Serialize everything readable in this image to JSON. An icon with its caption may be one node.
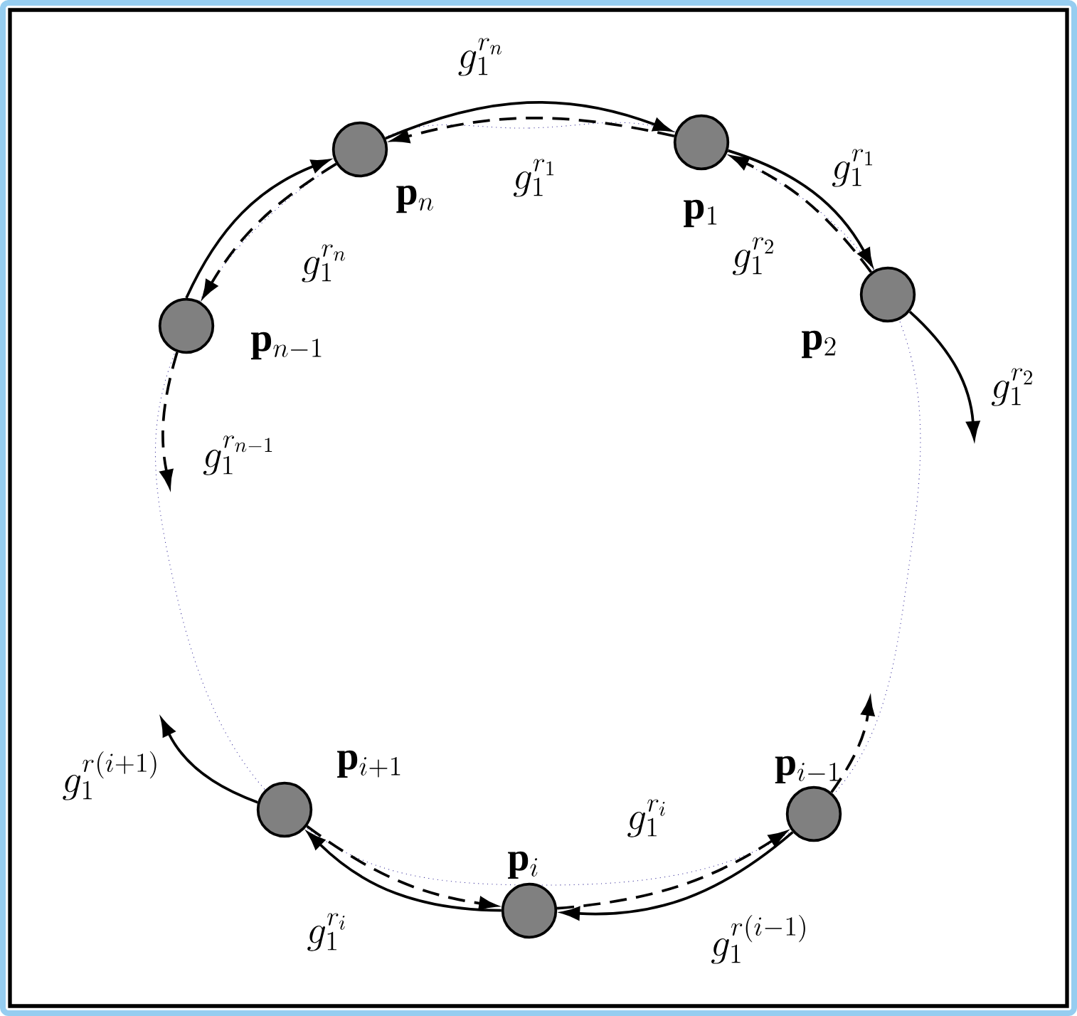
{
  "diagram": {
    "nodes": [
      {
        "text": [],
        "shape": "circle",
        "beside": [
          "\\mathbf{p}_n"
        ]
      },
      {
        "text": [],
        "shape": "circle",
        "beside": [
          "\\mathbf{p}_1"
        ]
      },
      {
        "text": [],
        "shape": "circle",
        "beside": [
          "\\mathbf{p}_{n-1}"
        ]
      },
      {
        "text": [],
        "shape": "circle",
        "beside": [
          "\\mathbf{p}_2"
        ]
      },
      {
        "text": [],
        "shape": "circle",
        "beside": [
          "\\mathbf{p}_{i+1}"
        ]
      },
      {
        "text": [],
        "shape": "circle",
        "beside": [
          "\\mathbf{p}_{i-1}"
        ]
      },
      {
        "text": [],
        "shape": "circle",
        "beside": [
          "\\mathbf{p}_i"
        ]
      }
    ],
    "edges": [
      {
        "from": 2,
        "to": 0,
        "arrow": "to"
      },
      {
        "from": 0,
        "to": 1,
        "arrow": "to",
        "label": "g_1^{r_n}"
      },
      {
        "from": 1,
        "to": 3,
        "arrow": "to",
        "label": "g_1^{r_1}"
      },
      {
        "from": 3,
        "to": null,
        "arrow": "to",
        "label": "g_1^{r_2}"
      },
      {
        "from": 1,
        "to": 0,
        "arrow": "to",
        "label": "g_1^{r_1}",
        "style": "dashed"
      },
      {
        "from": 3,
        "to": 1,
        "arrow": "to",
        "label": "g_1^{r_2}",
        "style": "dashed"
      },
      {
        "from": 0,
        "to": 2,
        "arrow": "to",
        "label": "g_1^{r_n}",
        "style": "dashed"
      },
      {
        "from": 2,
        "to": null,
        "arrow": "to",
        "label": "g_1^{r_{n-1}}",
        "style": "dashed"
      },
      {
        "from": 4,
        "to": null,
        "arrow": "to",
        "label": "g_1^{r(i+1)}"
      },
      {
        "from": 6,
        "to": 4,
        "arrow": "to",
        "label": "g_1^{r_i}"
      },
      {
        "from": 5,
        "to": 6,
        "arrow": "to",
        "label": "g_1^{r(i-1)}"
      },
      {
        "from": 4,
        "to": 6,
        "arrow": "to",
        "style": "dashed"
      },
      {
        "from": 6,
        "to": 5,
        "arrow": "to",
        "label": "g_1^{r_i}",
        "style": "dashed"
      },
      {
        "from": 5,
        "to": null,
        "arrow": "to",
        "style": "dashed"
      }
    ]
  }
}
